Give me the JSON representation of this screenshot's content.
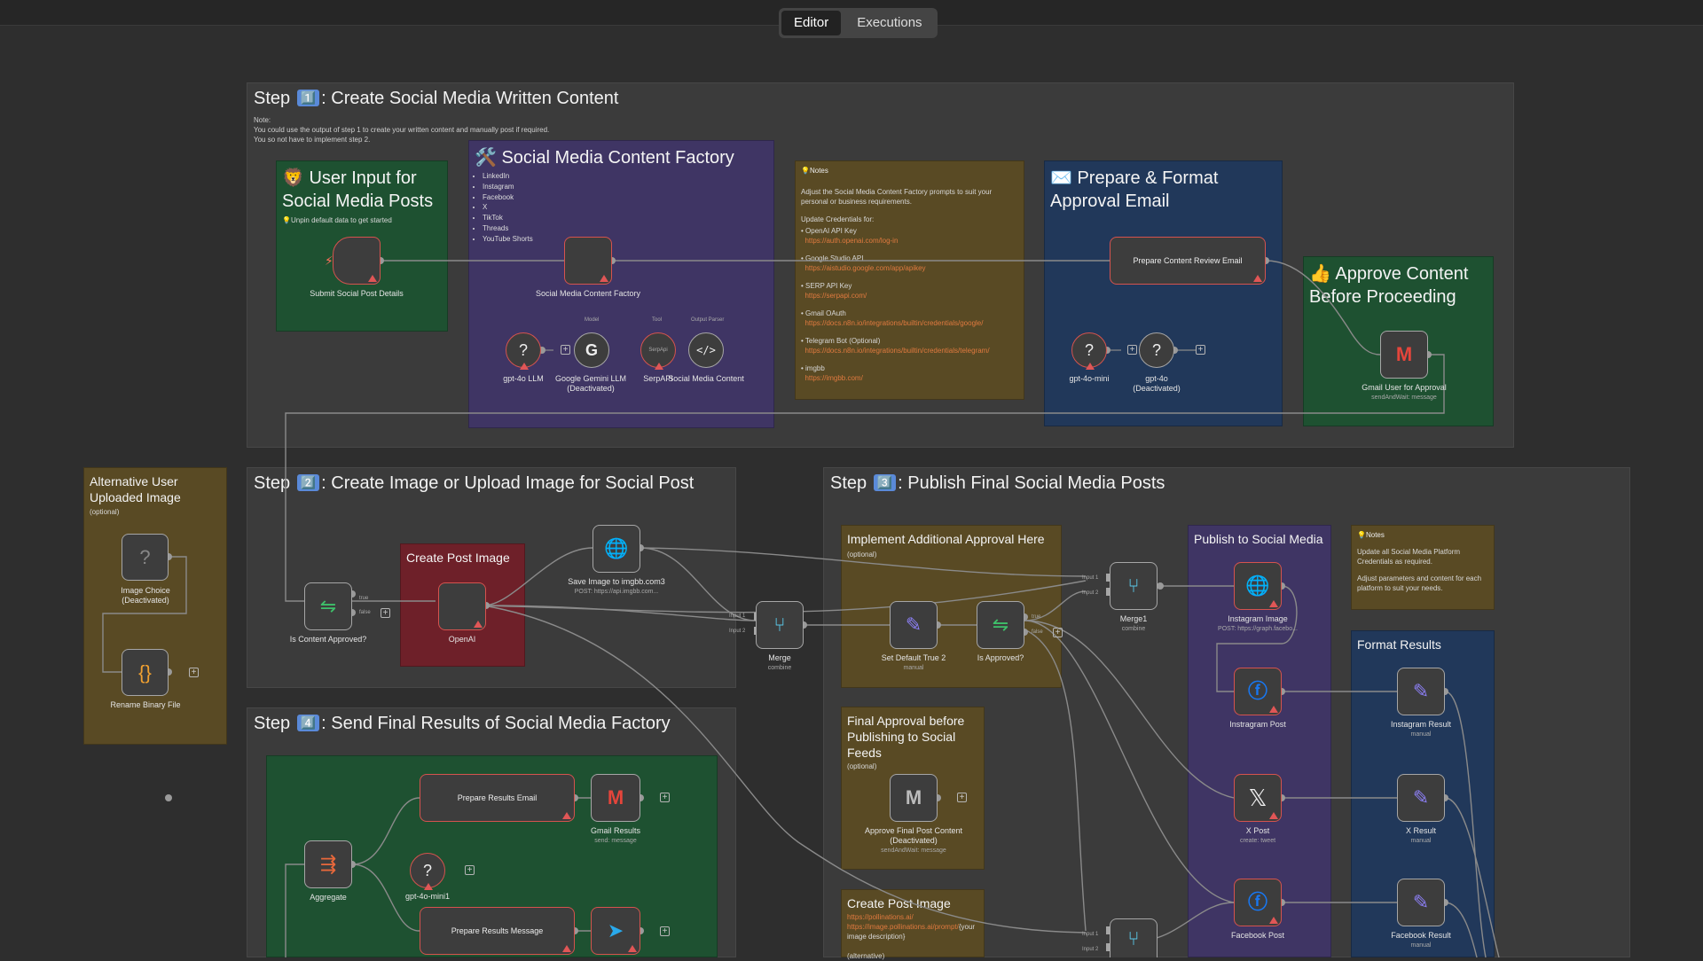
{
  "tabs": {
    "editor": "Editor",
    "executions": "Executions"
  },
  "groups": {
    "step1": {
      "prefix": "Step ",
      "num": "1️⃣",
      "suffix": ": Create Social Media Written Content",
      "note": [
        "Note:",
        "You could use the output of step 1 to create your written content and manually post if required.",
        "You so not have to implement step 2."
      ]
    },
    "step2": {
      "prefix": "Step ",
      "num": "2️⃣",
      "suffix": ": Create Image or Upload Image for Social Post"
    },
    "step3": {
      "prefix": "Step ",
      "num": "3️⃣",
      "suffix": ": Publish Final Social Media Posts"
    },
    "step4": {
      "prefix": "Step ",
      "num": "4️⃣",
      "suffix": ": Send Final Results of Social Media Factory"
    }
  },
  "stickies": {
    "user_input": {
      "title": "🦁 User Input for Social Media Posts",
      "sub": "💡Unpin default data to get started"
    },
    "factory": {
      "title": "🛠️ Social Media Content Factory",
      "items": [
        "LinkedIn",
        "Instagram",
        "Facebook",
        "X",
        "TikTok",
        "Threads",
        "YouTube Shorts"
      ]
    },
    "notes1": {
      "title": "💡Notes",
      "intro": "Adjust the Social Media Content Factory prompts to suit your personal or business requirements.",
      "update": "Update Credentials for:",
      "items": [
        {
          "name": "OpenAI API Key",
          "link": "https://auth.openai.com/log-in"
        },
        {
          "name": "Google Studio API",
          "link": "https://aistudio.google.com/app/apikey"
        },
        {
          "name": "SERP API Key",
          "link": "https://serpapi.com/"
        },
        {
          "name": "Gmail OAuth",
          "link": "https://docs.n8n.io/integrations/builtin/credentials/google/"
        },
        {
          "name": "Telegram Bot (Optional)",
          "link": "https://docs.n8n.io/integrations/builtin/credentials/telegram/"
        },
        {
          "name": "imgbb",
          "link": "https://imgbb.com/"
        }
      ]
    },
    "prepare_email": {
      "title": "✉️ Prepare & Format Approval Email"
    },
    "approve": {
      "title": "👍 Approve Content Before Proceeding"
    },
    "alt_upload": {
      "title": "Alternative User Uploaded Image",
      "sub": "(optional)"
    },
    "create_post_image": {
      "title": "Create Post Image"
    },
    "impl_approval": {
      "title": "Implement Additional Approval Here",
      "sub": "(optional)"
    },
    "publish": {
      "title": "Publish to Social Media"
    },
    "notes2": {
      "title": "💡Notes",
      "p1": "Update all Social Media Platform Credentials as required.",
      "p2": "Adjust parameters and content for each platform to suit your needs."
    },
    "format_results": {
      "title": "Format Results"
    },
    "final_approval": {
      "title": "Final Approval before Publishing to Social Feeds",
      "sub": "(optional)"
    },
    "create_post_image2": {
      "title": "Create Post Image",
      "link1": "https://pollinations.ai/",
      "link2": "https://image.pollinations.ai/prompt/",
      "rest": "{your image description}",
      "alt": "(alternative)"
    },
    "results": {}
  },
  "nodes": {
    "submit": {
      "label": "Submit Social Post Details"
    },
    "factory": {
      "label": "Social Media Content Factory"
    },
    "gpt4o_llm": {
      "label": "gpt-4o LLM"
    },
    "gemini": {
      "label": "Google Gemini LLM",
      "sub": "(Deactivated)",
      "tag": "Model"
    },
    "serpapi": {
      "label": "SerpAPI",
      "tag": "Tool"
    },
    "smc": {
      "label": "Social Media Content",
      "tag": "Output Parser"
    },
    "prep_review": {
      "label": "Prepare Content Review Email"
    },
    "gpt4o_mini": {
      "label": "gpt-4o-mini"
    },
    "gpt4o": {
      "label": "gpt-4o",
      "sub": "(Deactivated)"
    },
    "gmail_user": {
      "label": "Gmail User for Approval",
      "sub": "sendAndWait: message"
    },
    "image_choice": {
      "label": "Image Choice",
      "sub": "(Deactivated)"
    },
    "rename": {
      "label": "Rename Binary File"
    },
    "is_content_approved": {
      "label": "Is Content Approved?",
      "true": "true",
      "false": "false"
    },
    "openai": {
      "label": "OpenAI"
    },
    "save_image": {
      "label": "Save Image to imgbb.com3",
      "sub": "POST: https://api.imgbb.com..."
    },
    "merge": {
      "label": "Merge",
      "sub": "combine",
      "in1": "Input 1",
      "in2": "Input 2"
    },
    "set_default": {
      "label": "Set Default True 2",
      "sub": "manual"
    },
    "is_approved": {
      "label": "Is Approved?",
      "true": "true",
      "false": "false"
    },
    "merge1": {
      "label": "Merge1",
      "sub": "combine",
      "in1": "Input 1",
      "in2": "Input 2"
    },
    "insta_image": {
      "label": "Instagram Image",
      "sub": "POST: https://graph.facebo..."
    },
    "insta_post": {
      "label": "Instragram Post"
    },
    "x_post": {
      "label": "X Post",
      "sub": "create: tweet"
    },
    "fb_post": {
      "label": "Facebook Post"
    },
    "insta_result": {
      "label": "Instagram Result",
      "sub": "manual"
    },
    "x_result": {
      "label": "X Result",
      "sub": "manual"
    },
    "fb_result": {
      "label": "Facebook Result",
      "sub": "manual"
    },
    "approve_final": {
      "label": "Approve Final Post Content",
      "sub": "(Deactivated)",
      "sub2": "sendAndWait: message"
    },
    "merge_bottom": {
      "in1": "Input 1",
      "in2": "Input 2"
    },
    "aggregate": {
      "label": "Aggregate"
    },
    "prep_results_email": {
      "label": "Prepare Results Email"
    },
    "gmail_results": {
      "label": "Gmail Results",
      "sub": "send: message"
    },
    "gpt4o_mini1": {
      "label": "gpt-4o-mini1"
    },
    "prep_results_msg": {
      "label": "Prepare Results Message"
    }
  },
  "colors": {
    "canvas": "#2e2e2e",
    "group": "#3b3b3b",
    "sticky_green": "#1e5131",
    "sticky_purple": "#3f3564",
    "sticky_yellow": "#594a24",
    "sticky_blue": "#21385a",
    "sticky_red": "#6e2029",
    "node_error": "#d5534e",
    "link": "#e07a3f"
  },
  "icons": [
    "trigger-bolt-icon",
    "question-icon",
    "google-icon",
    "code-icon",
    "globe-icon",
    "gmail-icon",
    "switch-icon",
    "merge-icon",
    "pencil-icon",
    "facebook-icon",
    "x-logo-icon",
    "braces-icon",
    "aggregate-icon",
    "telegram-icon",
    "plus-icon",
    "warning-icon"
  ]
}
